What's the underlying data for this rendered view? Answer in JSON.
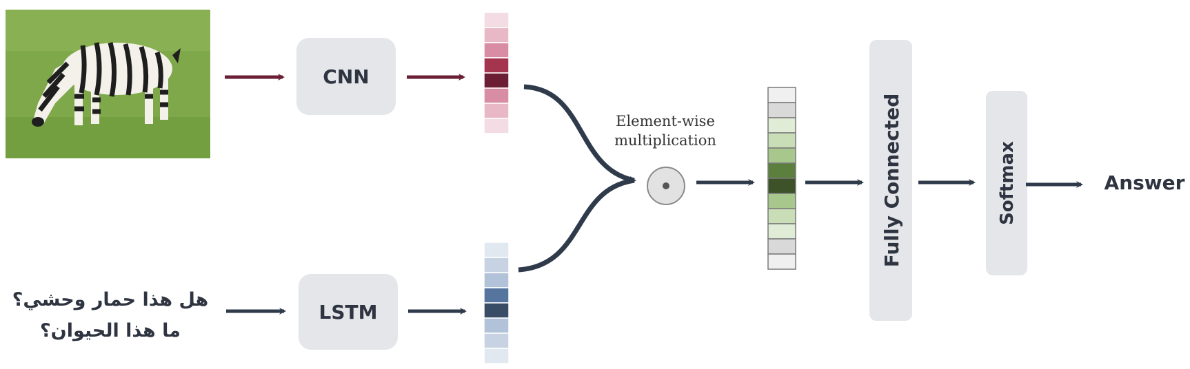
{
  "image": {
    "alt": "zebra grazing on grass",
    "icon": "zebra-photo"
  },
  "question": {
    "line1": "هل هذا حمار وحشي؟",
    "line2": "ما هذا الحيوان؟"
  },
  "blocks": {
    "cnn": "CNN",
    "lstm": "LSTM",
    "fc": "Fully Connected",
    "softmax": "Softmax"
  },
  "operation": {
    "line1": "Element-wise",
    "line2": "multiplication",
    "symbol": "⊙"
  },
  "output": {
    "answer": "Answer"
  },
  "colors": {
    "box_fill": "#e4e6ea",
    "dark_arrow": "#2f3b4b",
    "image_arrow": "#6a1f35",
    "image_vector": [
      "#f3dce3",
      "#e8b8c6",
      "#d88da4",
      "#a5344f",
      "#6b1e34",
      "#d88da4",
      "#e8b8c6",
      "#f3dce3"
    ],
    "question_vector": [
      "#e2e8f0",
      "#c7d3e2",
      "#b2c3d9",
      "#55759f",
      "#3a4d66",
      "#b2c3d9",
      "#c7d3e2",
      "#e2e8f0"
    ],
    "fused_vector": [
      "#f0f0f0",
      "#d9d9d9",
      "#e0ecd6",
      "#c9deb7",
      "#a8c78c",
      "#5d7f3e",
      "#3d5228",
      "#a8c78c",
      "#c9deb7",
      "#e0ecd6",
      "#d9d9d9",
      "#f0f0f0"
    ]
  }
}
